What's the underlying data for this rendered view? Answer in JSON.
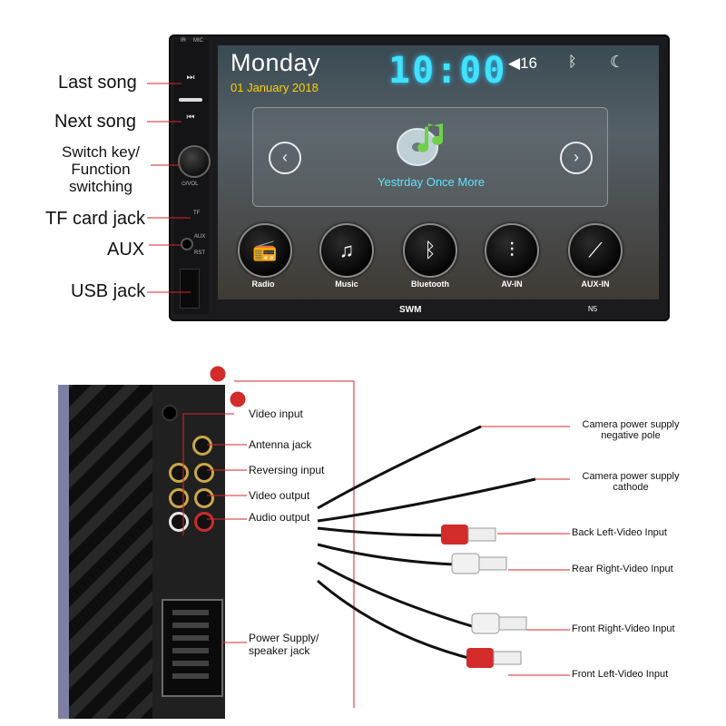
{
  "head_unit": {
    "day": "Monday",
    "date": "01 January 2018",
    "time": "10:00",
    "volume": "16",
    "song_title": "Yestrday Once More",
    "apps": [
      {
        "label": "Radio",
        "icon": "radio-icon"
      },
      {
        "label": "Music",
        "icon": "music-note-icon"
      },
      {
        "label": "Bluetooth",
        "icon": "bluetooth-icon"
      },
      {
        "label": "AV-IN",
        "icon": "av-in-icon"
      },
      {
        "label": "AUX-IN",
        "icon": "aux-plug-icon"
      }
    ],
    "brand": "SWM",
    "model": "N5",
    "panel_text": {
      "ir": "IR",
      "mic": "MIC",
      "vol": "⏻/VOL",
      "tf": "TF",
      "aux": "AUX",
      "rst": "RST"
    }
  },
  "front_callouts": [
    "Last song",
    "Next song",
    "Switch key/\nFunction\nswitching",
    "TF card jack",
    "AUX",
    "USB jack"
  ],
  "back_panel_labels": [
    "Video input",
    "Antenna jack",
    "Reversing input",
    "Video output",
    "Audio output",
    "Power Supply/\nspeaker jack"
  ],
  "cable_labels": [
    "Camera power supply\nnegative pole",
    "Camera power supply\ncathode",
    "Back Left-Video Input",
    "Rear Right-Video Input",
    "Front Right-Video Input",
    "Front Left-Video Input"
  ],
  "colors": {
    "clock": "#3fe3ff",
    "date": "#ffd000",
    "song": "#5fe3ff",
    "callout_line": "#d7262b"
  }
}
